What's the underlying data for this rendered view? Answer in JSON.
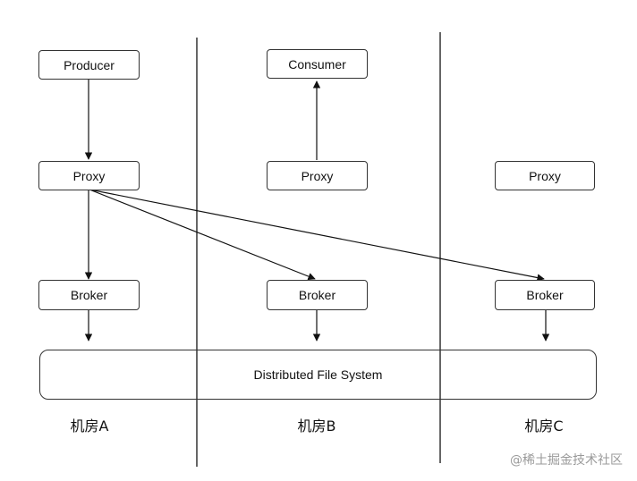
{
  "nodes": {
    "producer": "Producer",
    "consumer": "Consumer",
    "proxy_a": "Proxy",
    "proxy_b": "Proxy",
    "proxy_c": "Proxy",
    "broker_a": "Broker",
    "broker_b": "Broker",
    "broker_c": "Broker",
    "dfs": "Distributed File System"
  },
  "rooms": [
    "机房A",
    "机房B",
    "机房C"
  ],
  "watermark": "@稀土掘金技术社区",
  "colors": {
    "stroke": "#333333",
    "text": "#111111",
    "watermark": "#9a9a9a"
  }
}
